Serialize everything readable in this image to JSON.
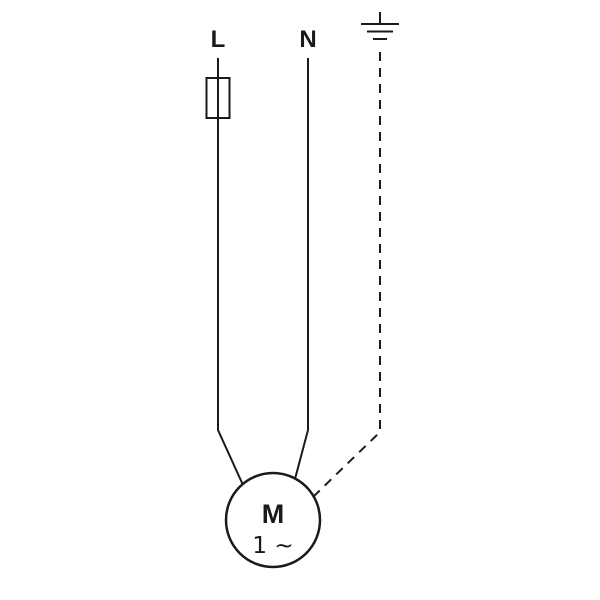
{
  "diagram": {
    "type": "electrical-wiring-schematic",
    "description": "Single-phase motor supply wiring: live conductor with fuse, neutral conductor, and dashed protective-earth conductor joining a motor symbol",
    "labels": {
      "line": "L",
      "neutral": "N",
      "motor": "M",
      "phase": "1 ∼"
    },
    "symbols": {
      "fuse": "fuse-rectangle-on-line-conductor",
      "earth": "earth-ground-symbol-top-right",
      "motor": "circle-with-M-1-phase"
    },
    "colors": {
      "stroke": "#1a1a1a",
      "background": "#ffffff",
      "motor_fill": "#ffffff"
    },
    "line_style": {
      "earth_conductor": "dashed",
      "line_conductor": "solid",
      "neutral_conductor": "solid"
    }
  }
}
